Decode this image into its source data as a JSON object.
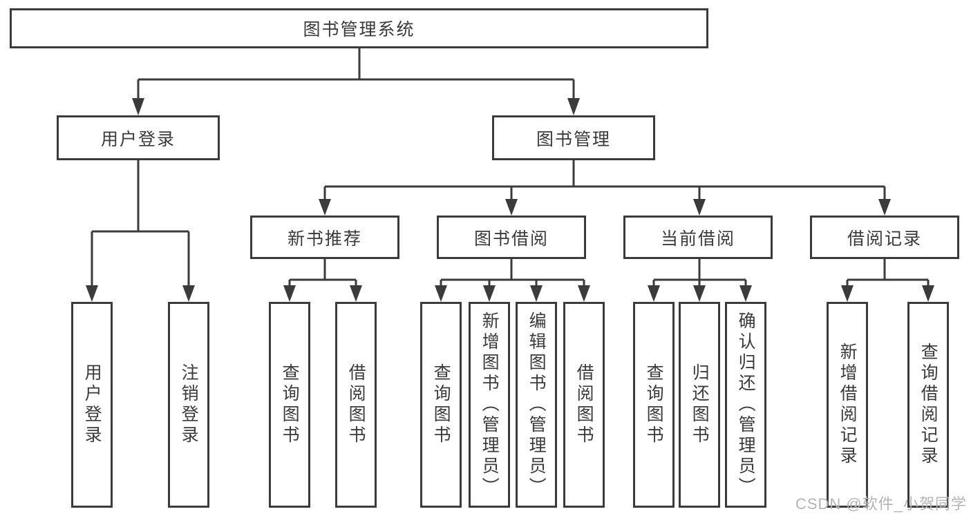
{
  "diagram": {
    "root": {
      "label": "图书管理系统"
    },
    "branches": [
      {
        "label": "用户登录",
        "children": [
          {
            "label": "用户登录"
          },
          {
            "label": "注销登录"
          }
        ]
      },
      {
        "label": "图书管理",
        "sections": [
          {
            "label": "新书推荐",
            "children": [
              {
                "label": "查询图书"
              },
              {
                "label": "借阅图书"
              }
            ]
          },
          {
            "label": "图书借阅",
            "children": [
              {
                "label": "查询图书"
              },
              {
                "label": "新增图书（管理员）"
              },
              {
                "label": "编辑图书（管理员）"
              },
              {
                "label": "借阅图书"
              }
            ]
          },
          {
            "label": "当前借阅",
            "children": [
              {
                "label": "查询图书"
              },
              {
                "label": "归还图书"
              },
              {
                "label": "确认归还（管理员）"
              }
            ]
          },
          {
            "label": "借阅记录",
            "children": [
              {
                "label": "新增借阅记录"
              },
              {
                "label": "查询借阅记录"
              }
            ]
          }
        ]
      }
    ]
  },
  "watermark": {
    "text": "CSDN @软件_小贺同学"
  },
  "colors": {
    "line": "#3b3b3b",
    "text": "#3a3a3a",
    "background": "#ffffff",
    "watermark": "#b4b4b4"
  }
}
